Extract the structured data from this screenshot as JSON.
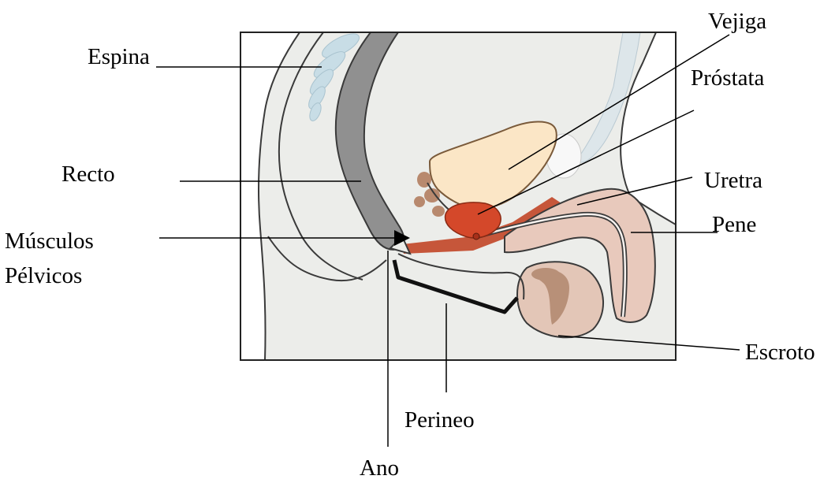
{
  "labels": {
    "espina": "Espina",
    "vejiga": "Vejiga",
    "prostata": "Próstata",
    "recto": "Recto",
    "uretra": "Uretra",
    "pene": "Pene",
    "musculos_line1": "Músculos",
    "musculos_line2": "Pélvicos",
    "escroto": "Escroto",
    "perineo": "Perineo",
    "ano": "Ano"
  },
  "colors": {
    "frame": "#222222",
    "body_fill": "#ecedea",
    "outline": "#3a3a3a",
    "spine": "#c8dde6",
    "rectum": "#909090",
    "bladder": "#fbe6c6",
    "prostate": "#d4482a",
    "pelvic_muscle": "#c6563a",
    "penis": "#e8c9bc",
    "scrotum": "#e3c6b7",
    "testis": "#b89078",
    "seminal": "#b8896e",
    "pubic_bone": "#dde6ea",
    "leader": "#000000"
  }
}
